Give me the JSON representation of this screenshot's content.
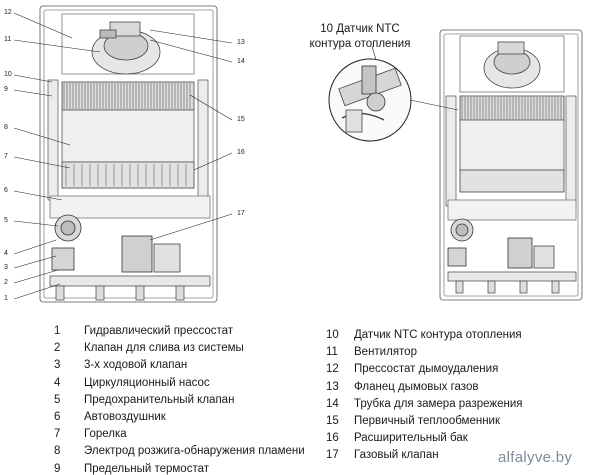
{
  "callout": {
    "number": "10",
    "line1": "Датчик NTC",
    "line2": "контура отопления"
  },
  "left_callouts": [
    "12",
    "11",
    "10",
    "9",
    "8",
    "7",
    "6",
    "5",
    "4",
    "3",
    "2",
    "1"
  ],
  "right_callouts": [
    "13",
    "14",
    "15",
    "16",
    "17"
  ],
  "legend_left": [
    {
      "num": "1",
      "label": "Гидравлический прессостат"
    },
    {
      "num": "2",
      "label": "Клапан для слива из системы"
    },
    {
      "num": "3",
      "label": "3-х ходовой клапан"
    },
    {
      "num": "4",
      "label": "Циркуляционный насос"
    },
    {
      "num": "5",
      "label": "Предохранительный клапан"
    },
    {
      "num": "6",
      "label": "Автовоздушник"
    },
    {
      "num": "7",
      "label": "Горелка"
    },
    {
      "num": "8",
      "label": "Электрод розжига-обнаружения пламени"
    },
    {
      "num": "9",
      "label": "Предельный термостат"
    }
  ],
  "legend_right": [
    {
      "num": "10",
      "label": "Датчик NTC контура отопления"
    },
    {
      "num": "11",
      "label": "Вентилятор"
    },
    {
      "num": "12",
      "label": "Прессостат дымоудаления"
    },
    {
      "num": "13",
      "label": "Фланец дымовых газов"
    },
    {
      "num": "14",
      "label": "Трубка для замера разрежения"
    },
    {
      "num": "15",
      "label": "Первичный теплообменник"
    },
    {
      "num": "16",
      "label": "Расширительный бак"
    },
    {
      "num": "17",
      "label": "Газовый клапан"
    }
  ],
  "watermark": "alfalyve.by"
}
